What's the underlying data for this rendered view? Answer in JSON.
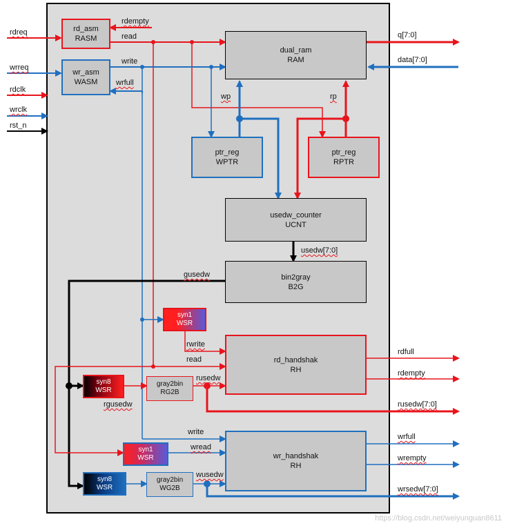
{
  "colors": {
    "red": "#e8141c",
    "blue": "#1f6fbf",
    "black": "#000000",
    "block_fill": "#c8c8c8",
    "container_fill": "#dcdcdc"
  },
  "inputs": {
    "rdreq": "rdreq",
    "wrreq": "wrreq",
    "rdclk": "rdclk",
    "wrclk": "wrclk",
    "rst_n": "rst_n"
  },
  "outputs": {
    "q": "q[7:0]",
    "data": "data[7:0]",
    "rdfull": "rdfull",
    "rdempty": "rdempty",
    "rusedw": "rusedw[7:0]",
    "wrfull": "wrfull",
    "wrempty": "wrempty",
    "wrsedw": "wrsedw[7:0]"
  },
  "blocks": {
    "rd_asm": {
      "name": "rd_asm",
      "inst": "RASM"
    },
    "wr_asm": {
      "name": "wr_asm",
      "inst": "WASM"
    },
    "dual_ram": {
      "name": "dual_ram",
      "inst": "RAM"
    },
    "ptr_wr": {
      "name": "ptr_reg",
      "inst": "WPTR"
    },
    "ptr_rd": {
      "name": "ptr_reg",
      "inst": "RPTR"
    },
    "usedw_counter": {
      "name": "usedw_counter",
      "inst": "UCNT"
    },
    "bin2gray": {
      "name": "bin2gray",
      "inst": "B2G"
    },
    "rd_handshak": {
      "name": "rd_handshak",
      "inst": "RH"
    },
    "wr_handshak": {
      "name": "wr_handshak",
      "inst": "RH"
    },
    "syn1_top": {
      "name": "syn1",
      "inst": "WSR"
    },
    "syn8_top": {
      "name": "syn8",
      "inst": "WSR"
    },
    "gray2bin_top": {
      "name": "gray2bin",
      "inst": "RG2B"
    },
    "syn1_bot": {
      "name": "syn1",
      "inst": "WSR"
    },
    "syn8_bot": {
      "name": "syn8",
      "inst": "WSR"
    },
    "gray2bin_bot": {
      "name": "gray2bin",
      "inst": "WG2B"
    }
  },
  "signals": {
    "rdempty": "rdempty",
    "read": "read",
    "write": "write",
    "wrfull": "wrfull",
    "wp": "wp",
    "rp": "rp",
    "usedw": "usedw[7:0]",
    "gusedw": "gusedw",
    "rwrite": "rwrite",
    "read2": "read",
    "rusedw": "rusedw",
    "rgusedw": "rgusedw",
    "write2": "write",
    "wread": "wread",
    "wusedw": "wusedw"
  },
  "watermark": "https://blog.csdn.net/weiyunguan8611"
}
